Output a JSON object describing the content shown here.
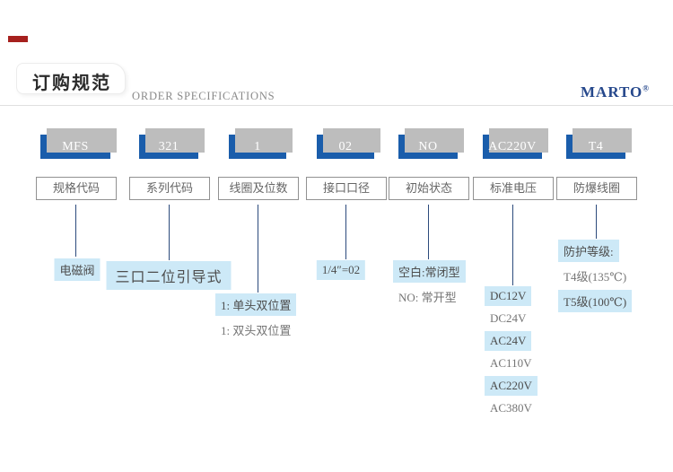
{
  "header": {
    "title_cn": "订购规范",
    "title_en": "ORDER SPECIFICATIONS",
    "brand": "MARTO",
    "brand_reg": "®"
  },
  "colors": {
    "accent_blue": "#1a5dab",
    "highlight_blue": "#cde9f7",
    "brand_navy": "#26488c",
    "connector_line": "#2c4a7c",
    "red_accent": "#a6201e"
  },
  "columns": [
    {
      "code": "MFS",
      "label": "规格代码",
      "notes": [
        {
          "text": "电磁阀",
          "highlight": true
        }
      ]
    },
    {
      "code": "321",
      "label": "系列代码",
      "notes": [
        {
          "text": "三口二位引导式",
          "highlight": true,
          "large": true
        }
      ]
    },
    {
      "code": "1",
      "label": "线圈及位数",
      "notes": [
        {
          "text": "1: 单头双位置",
          "highlight": true
        },
        {
          "text": "1: 双头双位置",
          "highlight": false
        }
      ]
    },
    {
      "code": "02",
      "label": "接口口径",
      "notes": [
        {
          "text": "1/4″=02",
          "highlight": true
        }
      ]
    },
    {
      "code": "NO",
      "label": "初始状态",
      "notes": [
        {
          "text": "空白:常闭型",
          "highlight": true
        },
        {
          "text": "NO: 常开型",
          "highlight": false
        }
      ]
    },
    {
      "code": "AC220V",
      "label": "标准电压",
      "notes": [
        {
          "text": "DC12V",
          "highlight": true
        },
        {
          "text": "DC24V",
          "highlight": false
        },
        {
          "text": "AC24V",
          "highlight": true
        },
        {
          "text": "AC110V",
          "highlight": false
        },
        {
          "text": "AC220V",
          "highlight": true
        },
        {
          "text": "AC380V",
          "highlight": false
        }
      ]
    },
    {
      "code": "T4",
      "label": "防爆线圈",
      "notes": [
        {
          "text": "防护等级:",
          "highlight": true
        },
        {
          "text": "T4级(135℃)",
          "highlight": false
        },
        {
          "text": "T5级(100℃)",
          "highlight": true
        }
      ]
    }
  ]
}
